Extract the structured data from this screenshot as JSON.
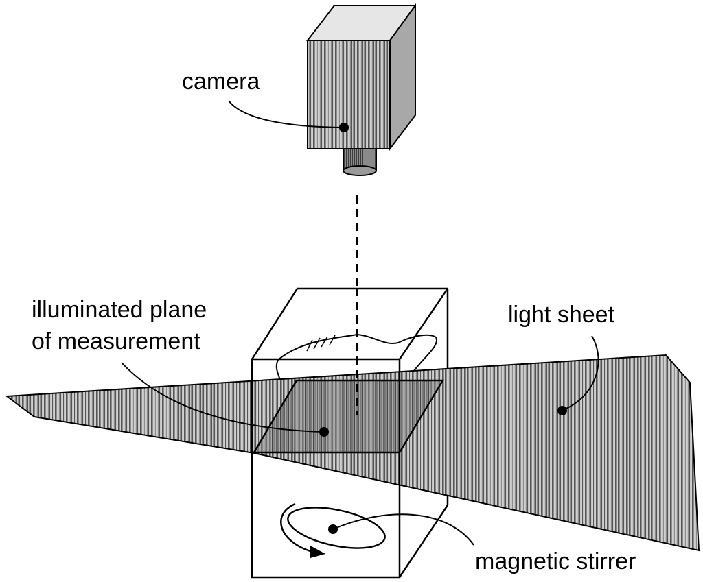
{
  "labels": {
    "camera": "camera",
    "plane_line1": "illuminated plane",
    "plane_line2": "of measurement",
    "light_sheet": "light sheet",
    "stirrer": "magnetic stirrer"
  },
  "colors": {
    "stroke": "#000000",
    "hatch_fill": "#9a9a9a",
    "camera_top": "#e6e6e6",
    "camera_side": "#a8a8a8",
    "lens": "#707070",
    "background": "#ffffff"
  }
}
